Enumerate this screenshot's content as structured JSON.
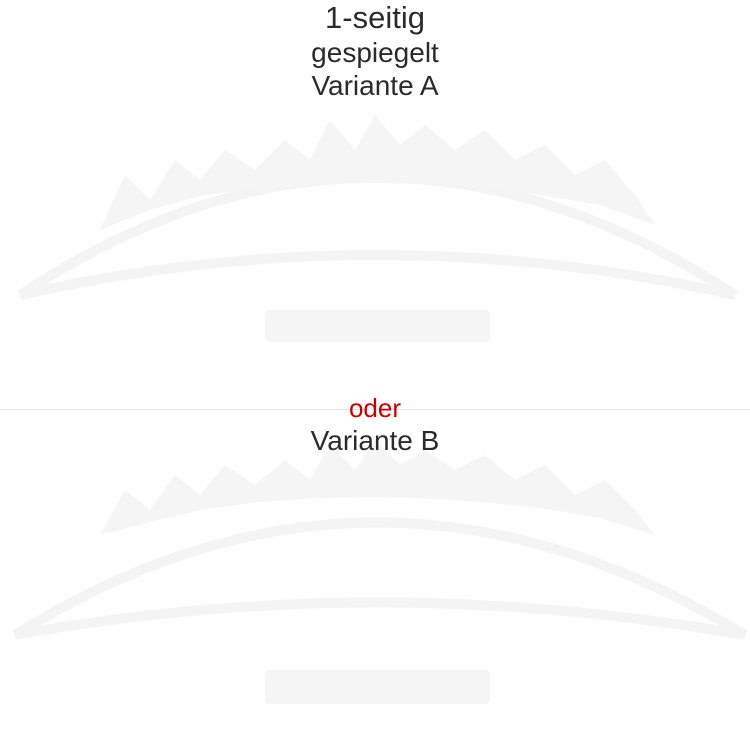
{
  "title": {
    "line1": "1-seitig",
    "line2": "gespiegelt",
    "line3": "Variante A"
  },
  "divider": {
    "word": "oder",
    "word_color": "#cc0000"
  },
  "variant_b": {
    "label": "Variante B"
  },
  "colors": {
    "text": "#2b2b2b",
    "line": "#e6e6e6",
    "decal": "#f6f6f6"
  }
}
